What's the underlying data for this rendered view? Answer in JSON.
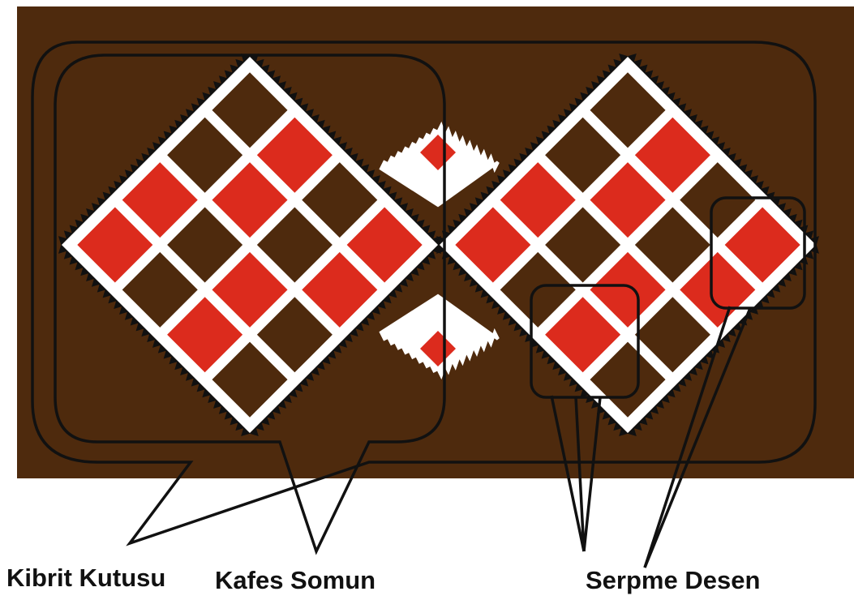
{
  "labels": {
    "kibrit": "Kibrit Kutusu",
    "kafes": "Kafes Somun",
    "serpme": "Serpme Desen"
  },
  "colors": {
    "background": "#4e2a0d",
    "red": "#dc2b1d",
    "white": "#ffffff",
    "outline": "#111111",
    "frame": "#111111"
  },
  "left_motif": {
    "cell_colors": [
      [
        "brown",
        "red",
        "brown",
        "red"
      ],
      [
        "brown",
        "red",
        "brown",
        "red"
      ],
      [
        "red",
        "brown",
        "red",
        "brown"
      ],
      [
        "red",
        "brown",
        "red",
        "brown"
      ]
    ]
  },
  "right_motif": {
    "cell_colors": [
      [
        "brown",
        "red",
        "brown",
        "red"
      ],
      [
        "brown",
        "red",
        "brown",
        "red"
      ],
      [
        "red",
        "brown",
        "red",
        "brown"
      ],
      [
        "red",
        "brown",
        "red",
        "brown"
      ]
    ]
  }
}
